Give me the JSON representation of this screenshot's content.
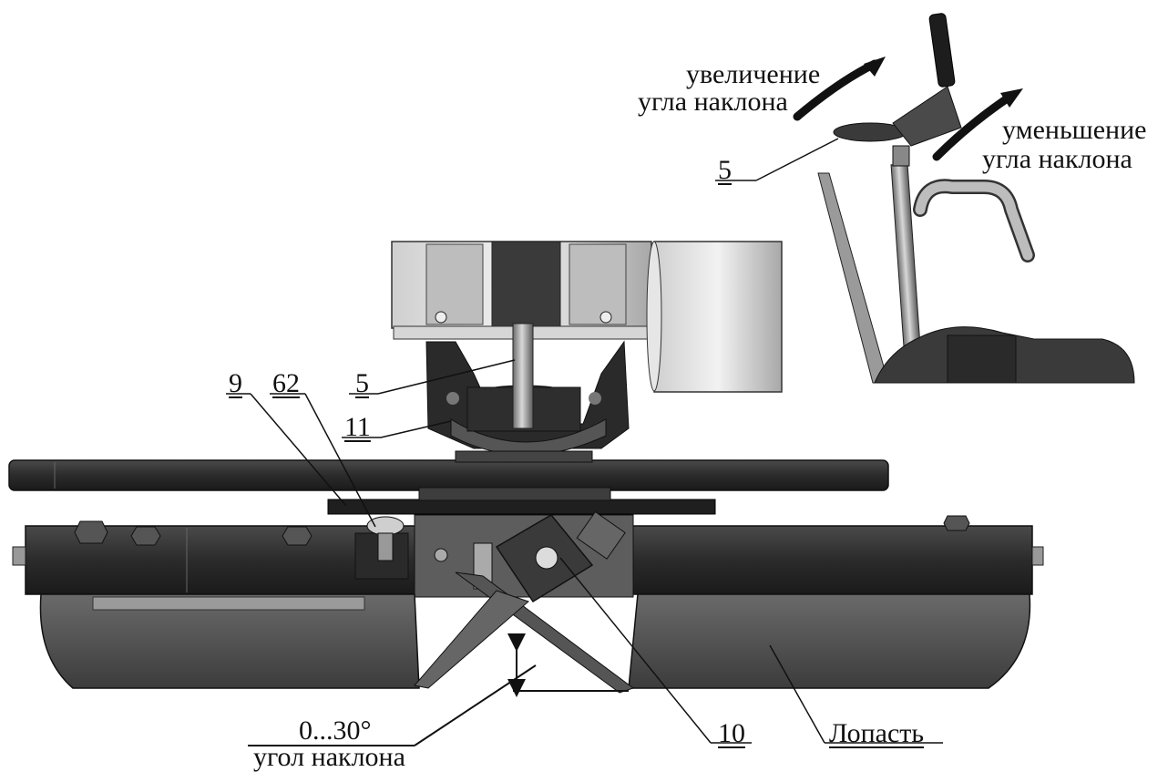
{
  "callouts": {
    "c9": "9",
    "c62": "62",
    "c5_main": "5",
    "c11": "11",
    "c10": "10",
    "c5_inset": "5",
    "blade": "Лопасть"
  },
  "angle": {
    "value": "0...30°",
    "caption": "угол наклона"
  },
  "inset_arrows": {
    "increase_line1": "увеличение",
    "increase_line2": "угла наклона",
    "decrease_line1": "уменьшение",
    "decrease_line2": "угла наклона"
  }
}
